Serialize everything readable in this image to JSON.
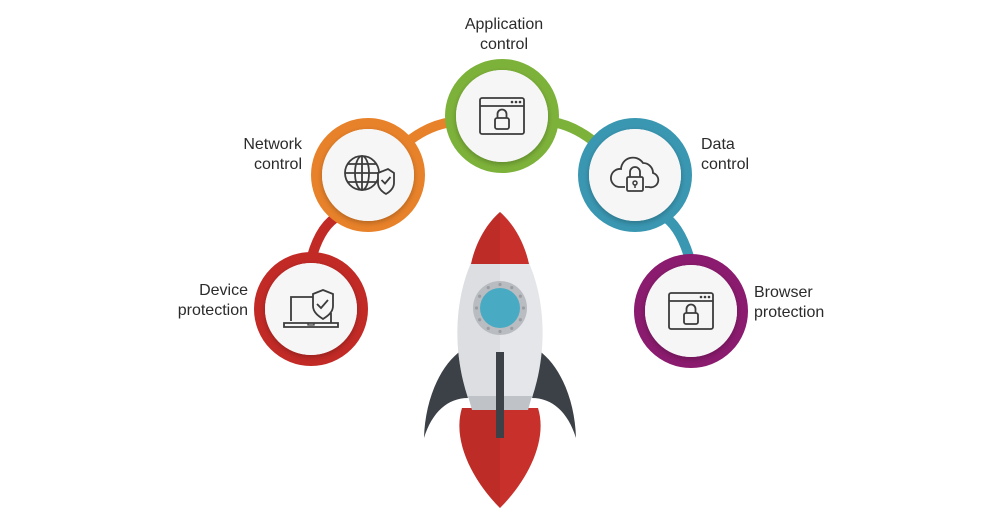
{
  "diagram": {
    "type": "infographic",
    "description": "Rocket with five security capability nodes arranged in an arc",
    "nodes": [
      {
        "id": "device",
        "label_lines": [
          "Device",
          "protection"
        ],
        "icon": "laptop-shield-icon",
        "color": "#c22a26"
      },
      {
        "id": "network",
        "label_lines": [
          "Network",
          "control"
        ],
        "icon": "globe-shield-icon",
        "color": "#e8822a"
      },
      {
        "id": "application",
        "label_lines": [
          "Application",
          "control"
        ],
        "icon": "window-lock-icon",
        "color": "#7db23a"
      },
      {
        "id": "data",
        "label_lines": [
          "Data",
          "control"
        ],
        "icon": "cloud-lock-icon",
        "color": "#3a97b2"
      },
      {
        "id": "browser",
        "label_lines": [
          "Browser",
          "protection"
        ],
        "icon": "window-lock-icon",
        "color": "#8b1b6e"
      }
    ],
    "connections": [
      [
        "device",
        "network"
      ],
      [
        "network",
        "application"
      ],
      [
        "application",
        "data"
      ],
      [
        "data",
        "browser"
      ]
    ],
    "center_graphic": "rocket-icon",
    "colors": {
      "rocket_red": "#c7302b",
      "rocket_red_dark": "#b0261f",
      "rocket_body": "#e4e6e9",
      "rocket_body_shade": "#d3d6da",
      "rocket_fin": "#3c4147",
      "porthole_glass": "#48abc3",
      "porthole_rim": "#b9bcc0",
      "icon_stroke": "#3c3c3c",
      "node_fill": "#f6f6f7"
    }
  }
}
